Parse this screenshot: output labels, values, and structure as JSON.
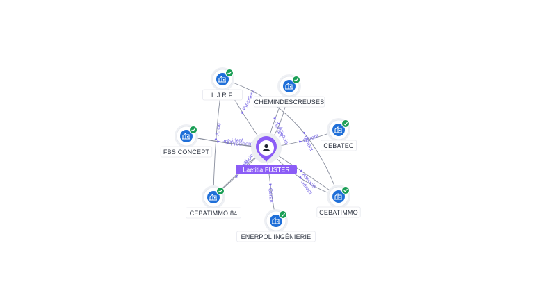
{
  "center": {
    "name": "Laetitia FUSTER",
    "icon": "person-icon",
    "color": "#8b5cf6"
  },
  "companies": [
    {
      "id": "ljrf",
      "name": "L.J.R.F.",
      "icon": "building-icon",
      "verified": true
    },
    {
      "id": "chemindescreuses",
      "name": "CHEMINDESCREUSES",
      "icon": "building-icon",
      "verified": true
    },
    {
      "id": "cebatec",
      "name": "CEBATEC",
      "icon": "building-icon",
      "verified": true
    },
    {
      "id": "cebatimmo",
      "name": "CEBATIMMO",
      "icon": "building-icon",
      "verified": true
    },
    {
      "id": "enerpol",
      "name": "ENERPOL INGÉNIERIE",
      "icon": "building-icon",
      "verified": true
    },
    {
      "id": "cebatimmo84",
      "name": "CEBATIMMO 84",
      "icon": "building-icon",
      "verified": true
    },
    {
      "id": "fbs",
      "name": "FBS CONCEPT",
      "icon": "building-icon",
      "verified": true
    }
  ],
  "relations": [
    {
      "from": "center",
      "to": "ljrf",
      "label": "Président"
    },
    {
      "from": "center",
      "to": "chemindescreuses",
      "label": "Gérant"
    },
    {
      "from": "center",
      "to": "cebatec",
      "label": "Gérant"
    },
    {
      "from": "center",
      "to": "cebatimmo",
      "label": "Gérant"
    },
    {
      "from": "center",
      "to": "enerpol",
      "label": "Gérant"
    },
    {
      "from": "center",
      "to": "cebatimmo84",
      "label": "Gérant"
    },
    {
      "from": "center",
      "to": "fbs",
      "label": "Président"
    },
    {
      "from": "ljrf",
      "to": "cebatimmo84",
      "label": "A. cié"
    },
    {
      "from": "ljrf",
      "to": "cebatimmo",
      "label": "Gérant"
    },
    {
      "from": "fbs",
      "to": "center",
      "label": "Président"
    },
    {
      "from": "cebatimmo",
      "to": "center",
      "label": "Associé"
    },
    {
      "from": "cebatimmo84",
      "to": "center",
      "label": "Associé"
    },
    {
      "from": "chemindescreuses",
      "to": "center",
      "label": "Associé"
    }
  ],
  "colors": {
    "company_icon": "#1f6fd8",
    "verified_badge": "#1a9e55",
    "edge": "#8a8f9e",
    "edge_label": "#7a6ae6"
  }
}
